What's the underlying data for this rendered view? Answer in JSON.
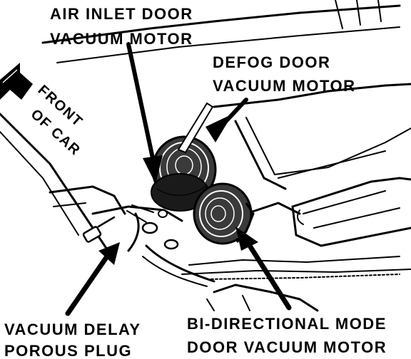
{
  "labels": {
    "air_inlet_1": "AIR INLET DOOR",
    "air_inlet_2": "VACUUM MOTOR",
    "defog_1": "DEFOG DOOR",
    "defog_2": "VACUUM MOTOR",
    "front_1": "FRONT",
    "front_2": "OF CAR",
    "delay_1": "VACUUM DELAY",
    "delay_2": "POROUS PLUG",
    "bidir_1": "BI-DIRECTIONAL MODE",
    "bidir_2": "DOOR VACUUM MOTOR"
  },
  "colors": {
    "ink": "#000000",
    "paper": "#ffffff"
  }
}
